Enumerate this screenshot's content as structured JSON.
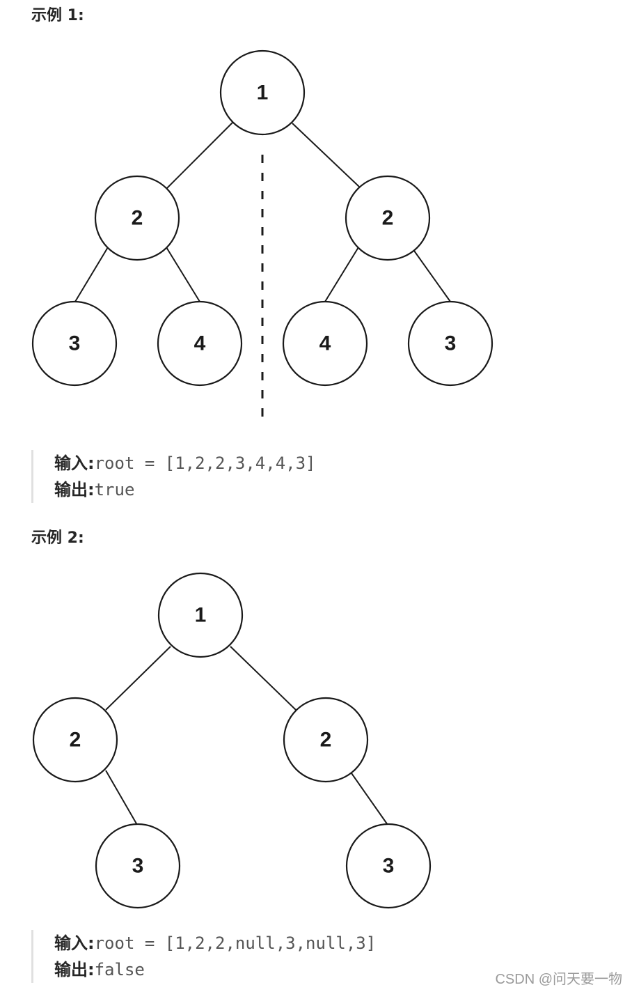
{
  "examples": [
    {
      "title": "示例 1:",
      "tree": {
        "nodes": [
          "1",
          "2",
          "2",
          "3",
          "4",
          "4",
          "3"
        ],
        "has_divider": true
      },
      "input_label": "输入:",
      "input_value": "root = [1,2,2,3,4,4,3]",
      "output_label": "输出:",
      "output_value": "true"
    },
    {
      "title": "示例 2:",
      "tree": {
        "nodes": [
          "1",
          "2",
          "2",
          "3",
          "3"
        ],
        "has_divider": false
      },
      "input_label": "输入:",
      "input_value": "root = [1,2,2,null,3,null,3]",
      "output_label": "输出:",
      "output_value": "false"
    }
  ],
  "watermark": "CSDN @问天要一物"
}
